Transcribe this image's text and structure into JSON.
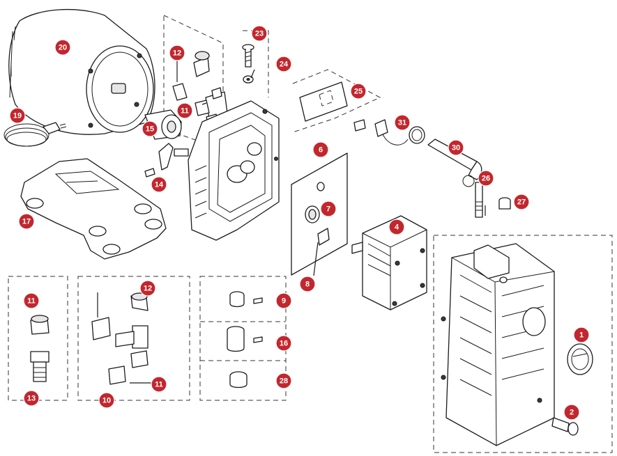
{
  "diagram": {
    "callout_color": "#c2272d",
    "callouts": {
      "c1": "1",
      "c2": "2",
      "c4": "4",
      "c6": "6",
      "c7": "7",
      "c8": "8",
      "c9": "9",
      "c10": "10",
      "c11a": "11",
      "c11b": "11",
      "c11c": "11",
      "c12a": "12",
      "c12b": "12",
      "c13": "13",
      "c14": "14",
      "c15": "15",
      "c16": "16",
      "c17": "17",
      "c19": "19",
      "c20": "20",
      "c23": "23",
      "c24": "24",
      "c25": "25",
      "c26": "26",
      "c27": "27",
      "c28": "28",
      "c30": "30",
      "c31": "31"
    }
  }
}
